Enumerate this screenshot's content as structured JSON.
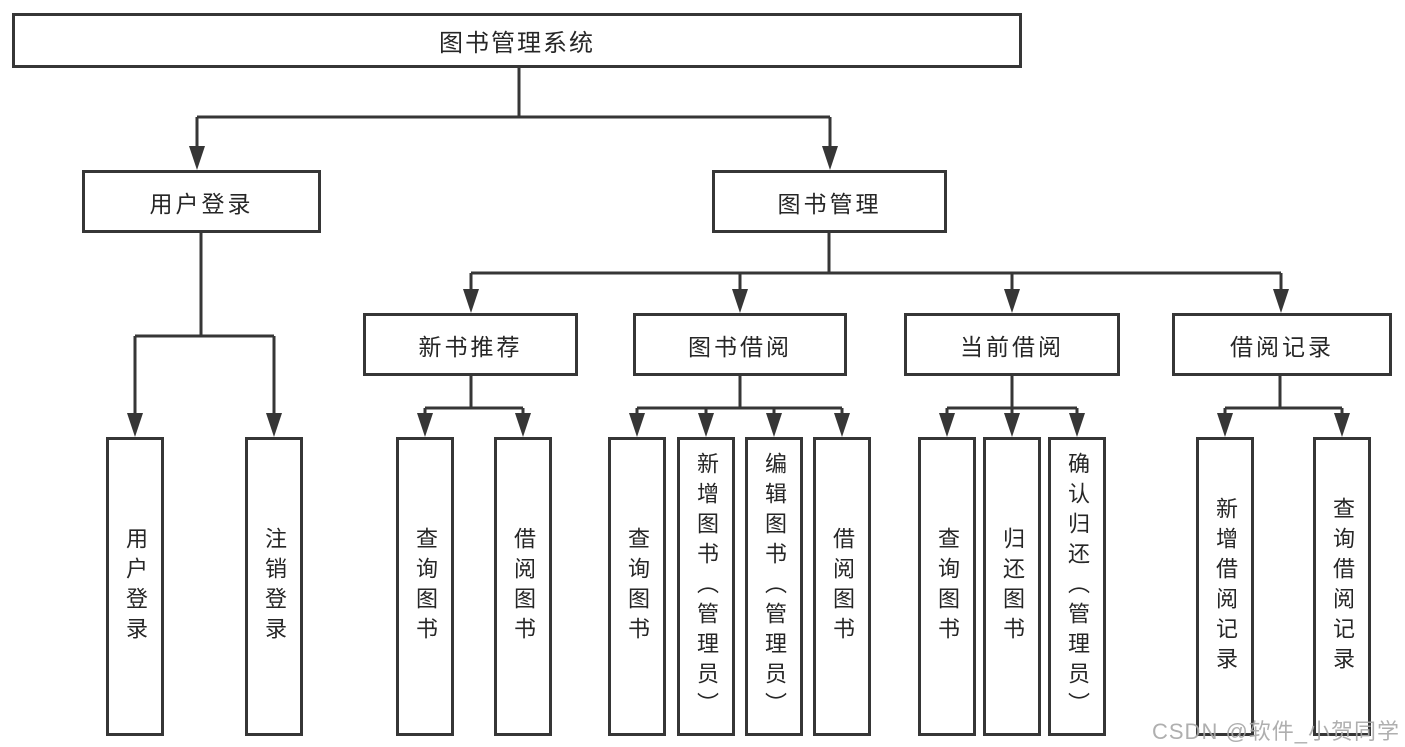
{
  "diagram": {
    "root": "图书管理系统",
    "level2": [
      "用户登录",
      "图书管理"
    ],
    "level3": [
      "新书推荐",
      "图书借阅",
      "当前借阅",
      "借阅记录"
    ],
    "leaves": [
      "用户登录",
      "注销登录",
      "查询图书",
      "借阅图书",
      "查询图书",
      "新增图书（管理员）",
      "编辑图书（管理员）",
      "借阅图书",
      "查询图书",
      "归还图书",
      "确认归还（管理员）",
      "新增借阅记录",
      "查询借阅记录"
    ]
  },
  "watermark": "CSDN @软件_小贺同学",
  "colors": {
    "line": "#363636",
    "text": "#262626",
    "watermark": "#a8a8a8",
    "background": "#ffffff"
  }
}
